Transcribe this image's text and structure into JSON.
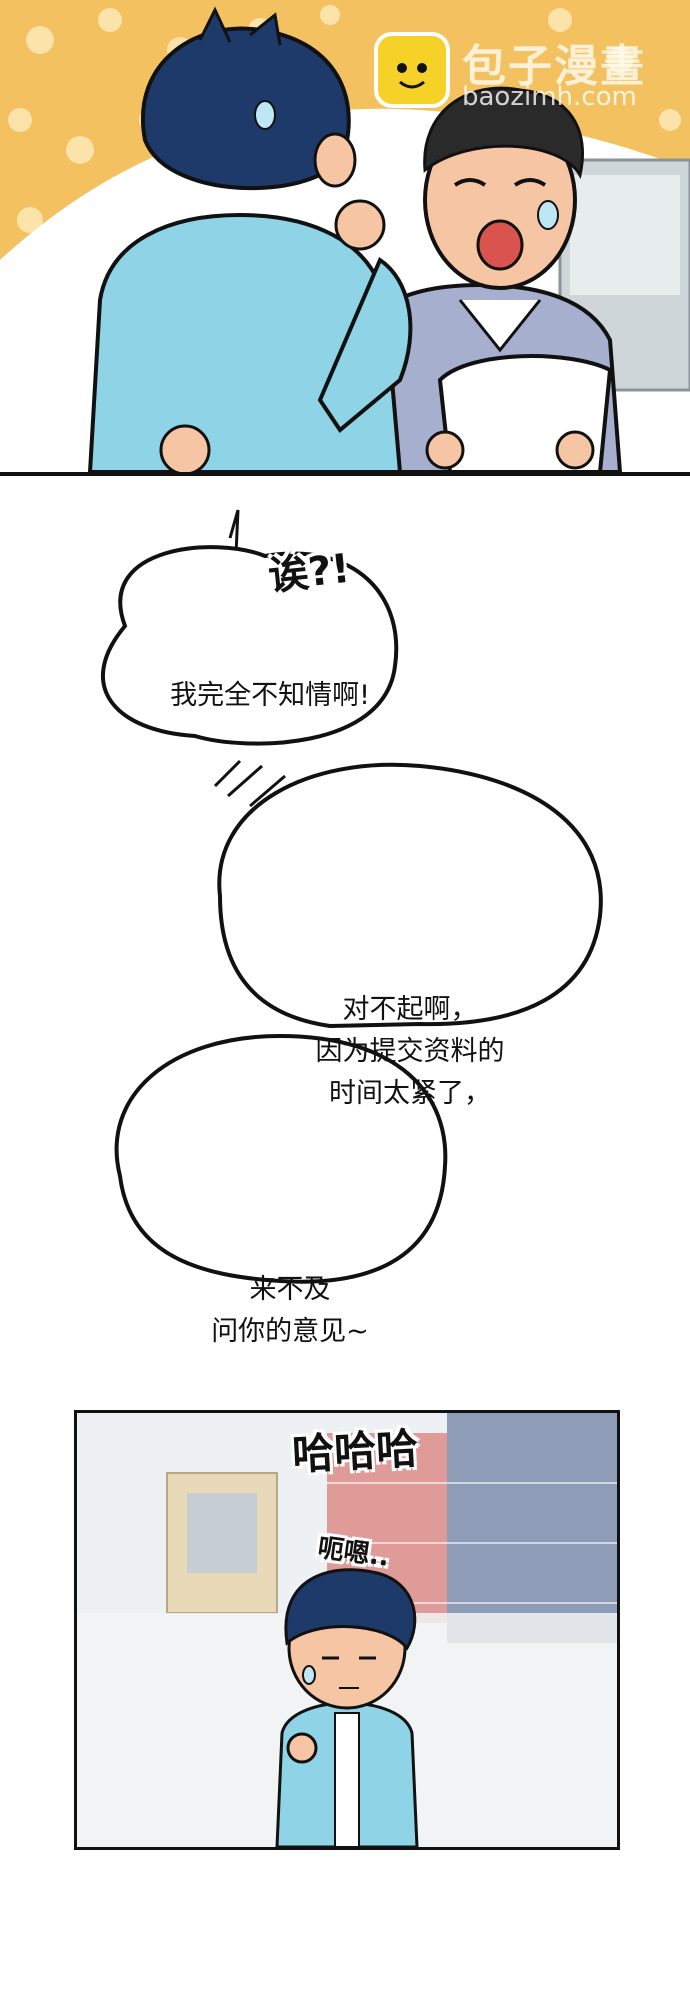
{
  "watermark": {
    "brand_text": "包子漫畫",
    "url_text": "baozimh.com"
  },
  "bubbles": {
    "exclaim_sfx": "诶?!",
    "line1": "我完全不知情啊!",
    "apology_lines": [
      "对不起啊，",
      "因为提交资料的",
      "时间太紧了，"
    ],
    "followup_lines": [
      "来不及",
      "问你的意见~"
    ]
  },
  "sfx": {
    "laugh": "哈哈哈",
    "hesitate": "呃嗯.."
  },
  "colors": {
    "panel1_bg": "#f3c15f",
    "dots": "#fbe3a9",
    "hair": "#1e3a6b",
    "shirt_blue": "#8fd3e6",
    "jacket_gray": "#a7afce",
    "skin": "#f6c6a4",
    "outline": "#111111"
  }
}
